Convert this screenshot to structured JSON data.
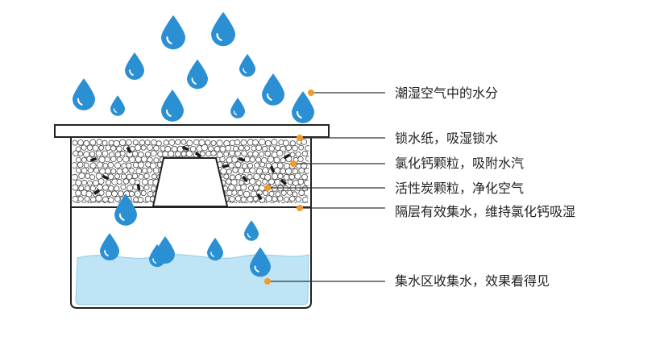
{
  "labels": [
    "潮湿空气中的水分",
    "锁水纸，吸湿锁水",
    "氯化钙颗粒，吸附水汽",
    "活性炭颗粒，净化空气",
    "隔层有效集水，维持氯化钙吸湿",
    "集水区收集水，效果看得见"
  ],
  "colors": {
    "drop": "#2b8fd4",
    "drop_highlight": "#ffffff",
    "water": "#bfe4f5",
    "water_edge": "#8fcde9",
    "outline": "#222222",
    "leader_dot": "#f29b2b",
    "leader_line": "#333333",
    "granule": "#ffffff"
  }
}
